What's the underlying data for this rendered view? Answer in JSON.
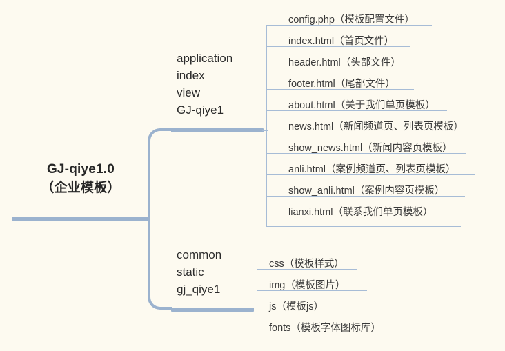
{
  "diagram": {
    "type": "mind-map",
    "background_color": "#FDFAF0",
    "connector_color": "#9BB2CE",
    "rule_color": "#A7BCD6",
    "root_text_color": "#262626",
    "leaf_text_color": "#3A3A3A",
    "root": {
      "line1": "GJ-qiye1.0",
      "line2": "（企业模板）"
    },
    "branches": [
      {
        "id": "application",
        "label": "application\nindex\nview\nGJ-qiye1",
        "label_lines": [
          "application",
          "index",
          "view",
          "GJ-qiye1"
        ],
        "leaves": [
          {
            "name": "config.php",
            "desc": "（模板配置文件）",
            "text": "config.php（模板配置文件）"
          },
          {
            "name": "index.html",
            "desc": "（首页文件）",
            "text": "index.html（首页文件）"
          },
          {
            "name": "header.html",
            "desc": "（头部文件）",
            "text": "header.html（头部文件）"
          },
          {
            "name": "footer.html",
            "desc": "（尾部文件）",
            "text": "footer.html（尾部文件）"
          },
          {
            "name": "about.html",
            "desc": "（关于我们单页模板）",
            "text": "about.html（关于我们单页模板）"
          },
          {
            "name": "news.html",
            "desc": "（新闻频道页、列表页模板）",
            "text": "news.html（新闻频道页、列表页模板）"
          },
          {
            "name": "show_news.html",
            "desc": "（新闻内容页模板）",
            "text": "show_news.html（新闻内容页模板）"
          },
          {
            "name": "anli.html",
            "desc": "（案例频道页、列表页模板）",
            "text": "anli.html（案例频道页、列表页模板）"
          },
          {
            "name": "show_anli.html",
            "desc": "（案例内容页模板）",
            "text": "show_anli.html（案例内容页模板）"
          },
          {
            "name": "lianxi.html",
            "desc": "（联系我们单页模板）",
            "text": "lianxi.html（联系我们单页模板）"
          }
        ]
      },
      {
        "id": "common",
        "label": "common\nstatic\ngj_qiye1",
        "label_lines": [
          "common",
          "static",
          "gj_qiye1"
        ],
        "leaves": [
          {
            "name": "css",
            "desc": "（模板样式）",
            "text": "css（模板样式）"
          },
          {
            "name": "img",
            "desc": "（模板图片）",
            "text": "img（模板图片）"
          },
          {
            "name": "js",
            "desc": "（模板js）",
            "text": "js（模板js）"
          },
          {
            "name": "fonts",
            "desc": "（模板字体图标库）",
            "text": "fonts（模板字体图标库）"
          }
        ]
      }
    ]
  }
}
